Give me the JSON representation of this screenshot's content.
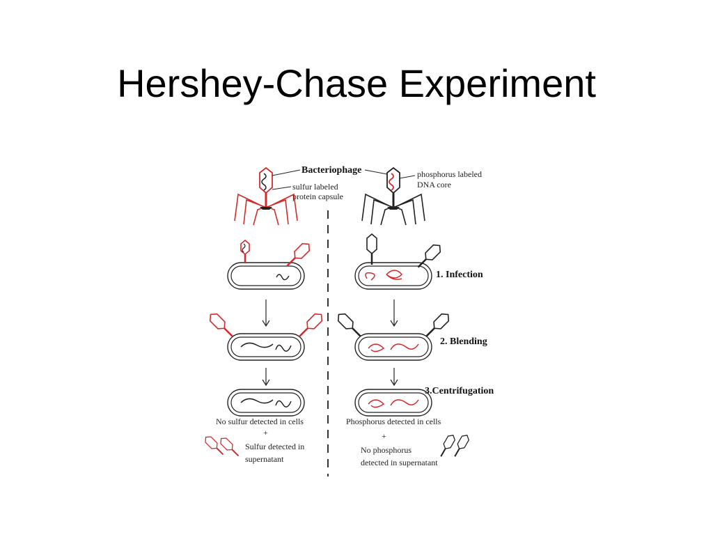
{
  "slide": {
    "title": "Hershey-Chase Experiment"
  },
  "diagram": {
    "bacteriophage_label": "Bacteriophage",
    "sulfur_label_line1": "sulfur labeled",
    "sulfur_label_line2": "protein capsule",
    "phosphorus_label_line1": "phosphorus labeled",
    "phosphorus_label_line2": "DNA core",
    "steps": [
      "1. Infection",
      "2. Blending",
      "3.Centrifugation"
    ],
    "left_result": {
      "line1": "No sulfur detected in cells",
      "plus": "+",
      "line2": "Sulfur detected in",
      "line3": "supernatant"
    },
    "right_result": {
      "line1": "Phosphorus detected in cells",
      "plus": "+",
      "line2": "No phosphorus",
      "line3": "detected in supernatant"
    }
  },
  "colors": {
    "sulfur_red": "#d42a2a",
    "ink": "#222222"
  }
}
